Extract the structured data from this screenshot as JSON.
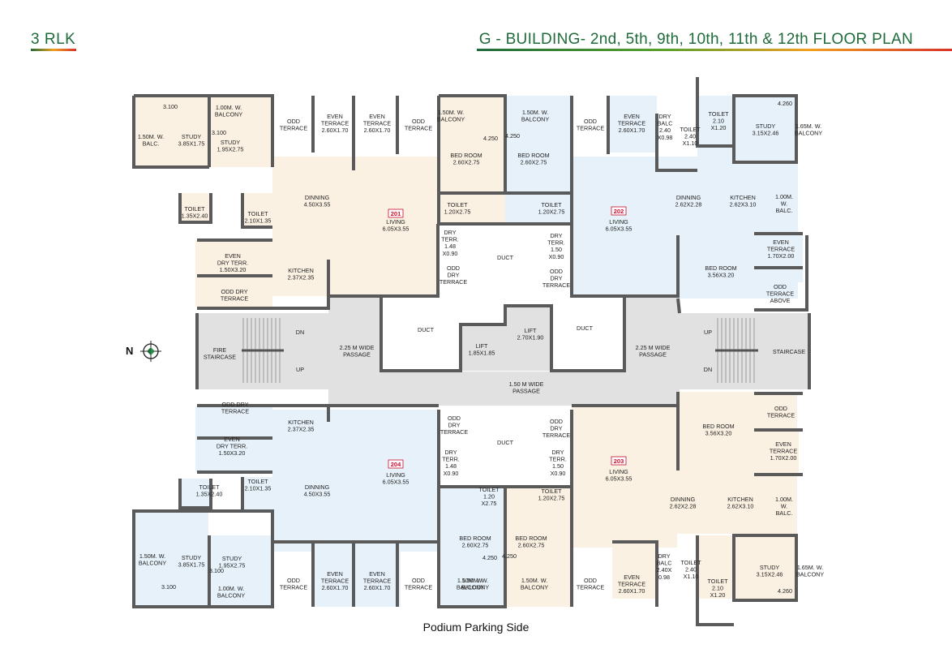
{
  "header": {
    "unit_type": "3 RLK",
    "plan_title": "G - BUILDING- 2nd, 5th, 9th, 10th, 11th & 12th FLOOR PLAN"
  },
  "footer": {
    "caption": "Podium Parking Side"
  },
  "compass": {
    "label": "N",
    "icon": "compass-icon"
  },
  "colors": {
    "unit_warm": "#fbf1e2",
    "unit_cool": "#e6f1f9",
    "common": "#e1e1e1",
    "wall": "#5a5a5a",
    "unit_label": "#c8102e",
    "accent_green": "#1f6b3a"
  },
  "units": [
    {
      "id": "201",
      "label": "201"
    },
    {
      "id": "202",
      "label": "202"
    },
    {
      "id": "203",
      "label": "203"
    },
    {
      "id": "204",
      "label": "204"
    }
  ],
  "rooms": [
    {
      "key": "r1",
      "lines": [
        "3.100"
      ]
    },
    {
      "key": "r2",
      "lines": [
        "1.50M. W.",
        "BALC."
      ]
    },
    {
      "key": "r3",
      "lines": [
        "STUDY",
        "3.85X1.75"
      ]
    },
    {
      "key": "r4",
      "lines": [
        "1.00M. W.",
        "BALCONY"
      ]
    },
    {
      "key": "r5",
      "lines": [
        "3.100"
      ]
    },
    {
      "key": "r6",
      "lines": [
        "STUDY",
        "1.95X2.75"
      ]
    },
    {
      "key": "r7",
      "lines": [
        "ODD",
        "TERRACE"
      ]
    },
    {
      "key": "r8",
      "lines": [
        "EVEN",
        "TERRACE",
        "2.60X1.70"
      ]
    },
    {
      "key": "r9",
      "lines": [
        "EVEN",
        "TERRACE",
        "2.60X1.70"
      ]
    },
    {
      "key": "r10",
      "lines": [
        "ODD",
        "TERRACE"
      ]
    },
    {
      "key": "r11",
      "lines": [
        "1.50M. W.",
        "BALCONY"
      ]
    },
    {
      "key": "r12",
      "lines": [
        "4.250"
      ]
    },
    {
      "key": "r13",
      "lines": [
        "BED ROOM",
        "2.60X2.75"
      ]
    },
    {
      "key": "r14",
      "lines": [
        "1.50M. W.",
        "BALCONY"
      ]
    },
    {
      "key": "r15",
      "lines": [
        "4.250"
      ]
    },
    {
      "key": "r16",
      "lines": [
        "BED ROOM",
        "2.60X2.75"
      ]
    },
    {
      "key": "r17",
      "lines": [
        "ODD",
        "TERRACE"
      ]
    },
    {
      "key": "r18",
      "lines": [
        "EVEN",
        "TERRACE",
        "2.60X1.70"
      ]
    },
    {
      "key": "r19",
      "lines": [
        "DRY",
        "BALC",
        "2.40",
        "X0.98"
      ]
    },
    {
      "key": "r20",
      "lines": [
        "TOILET",
        "2.40",
        "X1.10"
      ]
    },
    {
      "key": "r21",
      "lines": [
        "TOILET",
        "2.10",
        "X1.20"
      ]
    },
    {
      "key": "r22",
      "lines": [
        "4.260"
      ]
    },
    {
      "key": "r23",
      "lines": [
        "STUDY",
        "3.15X2.46"
      ]
    },
    {
      "key": "r24",
      "lines": [
        "1.65M. W.",
        "BALCONY"
      ]
    },
    {
      "key": "r25",
      "lines": [
        "DINNING",
        "4.50X3.55"
      ]
    },
    {
      "key": "r26",
      "lines": [
        "TOILET",
        "1.35X2.40"
      ]
    },
    {
      "key": "r27",
      "lines": [
        "TOILET",
        "2.10X1.35"
      ]
    },
    {
      "key": "r28",
      "lines": [
        "LIVING",
        "6.05X3.55"
      ]
    },
    {
      "key": "r29",
      "lines": [
        "TOILET",
        "1.20X2.75"
      ]
    },
    {
      "key": "r30",
      "lines": [
        "TOILET",
        "1.20X2.75"
      ]
    },
    {
      "key": "r31",
      "lines": [
        "LIVING",
        "6.05X3.55"
      ]
    },
    {
      "key": "r32",
      "lines": [
        "DINNING",
        "2.62X2.28"
      ]
    },
    {
      "key": "r33",
      "lines": [
        "KITCHEN",
        "2.62X3.10"
      ]
    },
    {
      "key": "r34",
      "lines": [
        "1.00M.",
        "W.",
        "BALC."
      ]
    },
    {
      "key": "r35",
      "lines": [
        "EVEN",
        "DRY TERR.",
        "1.50X3.20"
      ]
    },
    {
      "key": "r36",
      "lines": [
        "KITCHEN",
        "2.37X2.35"
      ]
    },
    {
      "key": "r37",
      "lines": [
        "DRY",
        "TERR.",
        "1.48",
        "X0.90"
      ]
    },
    {
      "key": "r38",
      "lines": [
        "DUCT"
      ]
    },
    {
      "key": "r39",
      "lines": [
        "DRY",
        "TERR.",
        "1.50",
        "X0.90"
      ]
    },
    {
      "key": "r40",
      "lines": [
        "BED ROOM",
        "3.56X3.20"
      ]
    },
    {
      "key": "r41",
      "lines": [
        "EVEN",
        "TERRACE",
        "1.70X2.00"
      ]
    },
    {
      "key": "r42",
      "lines": [
        "ODD DRY",
        "TERRACE"
      ]
    },
    {
      "key": "r43",
      "lines": [
        "ODD",
        "DRY",
        "TERRACE"
      ]
    },
    {
      "key": "r44",
      "lines": [
        "ODD",
        "DRY",
        "TERRACE"
      ]
    },
    {
      "key": "r45",
      "lines": [
        "ODD",
        "TERRACE",
        "ABOVE"
      ]
    },
    {
      "key": "r46",
      "lines": [
        "DN"
      ]
    },
    {
      "key": "r47",
      "lines": [
        "FIRE",
        "STAIRCASE"
      ]
    },
    {
      "key": "r48",
      "lines": [
        "UP"
      ]
    },
    {
      "key": "r49",
      "lines": [
        "2.25 M WIDE",
        "PASSAGE"
      ]
    },
    {
      "key": "r50",
      "lines": [
        "DUCT"
      ]
    },
    {
      "key": "r51",
      "lines": [
        "LIFT",
        "1.85X1.85"
      ]
    },
    {
      "key": "r52",
      "lines": [
        "LIFT",
        "2.70X1.90"
      ]
    },
    {
      "key": "r53",
      "lines": [
        "DUCT"
      ]
    },
    {
      "key": "r54",
      "lines": [
        "2.25 M WIDE",
        "PASSAGE"
      ]
    },
    {
      "key": "r55",
      "lines": [
        "UP"
      ]
    },
    {
      "key": "r56",
      "lines": [
        "STAIRCASE"
      ]
    },
    {
      "key": "r57",
      "lines": [
        "DN"
      ]
    },
    {
      "key": "r58",
      "lines": [
        "1.50 M WIDE",
        "PASSAGE"
      ]
    },
    {
      "key": "r59",
      "lines": [
        "ODD DRY",
        "TERRACE"
      ]
    },
    {
      "key": "r60",
      "lines": [
        "KITCHEN",
        "2.37X2.35"
      ]
    },
    {
      "key": "r61",
      "lines": [
        "ODD",
        "DRY",
        "TERRACE"
      ]
    },
    {
      "key": "r62",
      "lines": [
        "ODD",
        "DRY",
        "TERRACE"
      ]
    },
    {
      "key": "r63",
      "lines": [
        "BED ROOM",
        "3.56X3.20"
      ]
    },
    {
      "key": "r64",
      "lines": [
        "ODD",
        "TERRACE"
      ]
    },
    {
      "key": "r65",
      "lines": [
        "EVEN",
        "DRY TERR.",
        "1.50X3.20"
      ]
    },
    {
      "key": "r66",
      "lines": [
        "DUCT"
      ]
    },
    {
      "key": "r67",
      "lines": [
        "DRY",
        "TERR.",
        "1.48",
        "X0.90"
      ]
    },
    {
      "key": "r68",
      "lines": [
        "DRY",
        "TERR.",
        "1.50",
        "X0.90"
      ]
    },
    {
      "key": "r69",
      "lines": [
        "LIVING",
        "6.05X3.55"
      ]
    },
    {
      "key": "r70",
      "lines": [
        "EVEN",
        "TERRACE",
        "1.70X2.00"
      ]
    },
    {
      "key": "r71",
      "lines": [
        "LIVING",
        "6.05X3.55"
      ]
    },
    {
      "key": "r72",
      "lines": [
        "TOILET",
        "1.35X2.40"
      ]
    },
    {
      "key": "r73",
      "lines": [
        "TOILET",
        "2.10X1.35"
      ]
    },
    {
      "key": "r74",
      "lines": [
        "DINNING",
        "4.50X3.55"
      ]
    },
    {
      "key": "r75",
      "lines": [
        "TOILET",
        "1.20",
        "X2.75"
      ]
    },
    {
      "key": "r76",
      "lines": [
        "TOILET",
        "1.20X2.75"
      ]
    },
    {
      "key": "r77",
      "lines": [
        "DINNING",
        "2.62X2.28"
      ]
    },
    {
      "key": "r78",
      "lines": [
        "KITCHEN",
        "2.62X3.10"
      ]
    },
    {
      "key": "r79",
      "lines": [
        "1.00M.",
        "W.",
        "BALC."
      ]
    },
    {
      "key": "r80",
      "lines": [
        "BED ROOM",
        "2.60X2.75"
      ]
    },
    {
      "key": "r81",
      "lines": [
        "BED ROOM",
        "2.60X2.75"
      ]
    },
    {
      "key": "r82",
      "lines": [
        "4.250"
      ]
    },
    {
      "key": "r83",
      "lines": [
        "4.250"
      ]
    },
    {
      "key": "r84",
      "lines": [
        "1.50M. W.",
        "BALCONY"
      ]
    },
    {
      "key": "r85",
      "lines": [
        "STUDY",
        "3.85X1.75"
      ]
    },
    {
      "key": "r86",
      "lines": [
        "STUDY",
        "1.95X2.75"
      ]
    },
    {
      "key": "r87",
      "lines": [
        "3.100"
      ]
    },
    {
      "key": "r88",
      "lines": [
        "1.00M. W.",
        "BALCONY"
      ]
    },
    {
      "key": "r89",
      "lines": [
        "ODD",
        "TERRACE"
      ]
    },
    {
      "key": "r90",
      "lines": [
        "EVEN",
        "TERRACE",
        "2.60X1.70"
      ]
    },
    {
      "key": "r91",
      "lines": [
        "EVEN",
        "TERRACE",
        "2.60X1.70"
      ]
    },
    {
      "key": "r92",
      "lines": [
        "ODD",
        "TERRACE"
      ]
    },
    {
      "key": "r93",
      "lines": [
        "1.50M. W.",
        "BALCONY"
      ]
    },
    {
      "key": "r94",
      "lines": [
        "1.50M. W.",
        "BALCONY"
      ]
    },
    {
      "key": "r95",
      "lines": [
        "ODD",
        "TERRACE"
      ]
    },
    {
      "key": "r96",
      "lines": [
        "EVEN",
        "TERRACE",
        "2.60X1.70"
      ]
    },
    {
      "key": "r97",
      "lines": [
        "DRY",
        "BALC",
        "2.40X",
        "0.98"
      ]
    },
    {
      "key": "r98",
      "lines": [
        "TOILET",
        "2.40",
        "X1.10"
      ]
    },
    {
      "key": "r99",
      "lines": [
        "STUDY",
        "3.15X2.46"
      ]
    },
    {
      "key": "r100",
      "lines": [
        "1.65M. W.",
        "BALCONY"
      ]
    },
    {
      "key": "r101",
      "lines": [
        "TOILET",
        "2.10",
        "X1.20"
      ]
    },
    {
      "key": "r102",
      "lines": [
        "4.260"
      ]
    },
    {
      "key": "r103",
      "lines": [
        "3.100"
      ]
    },
    {
      "key": "r104",
      "lines": [
        "1.50M. W.",
        "BALCONY"
      ]
    }
  ]
}
